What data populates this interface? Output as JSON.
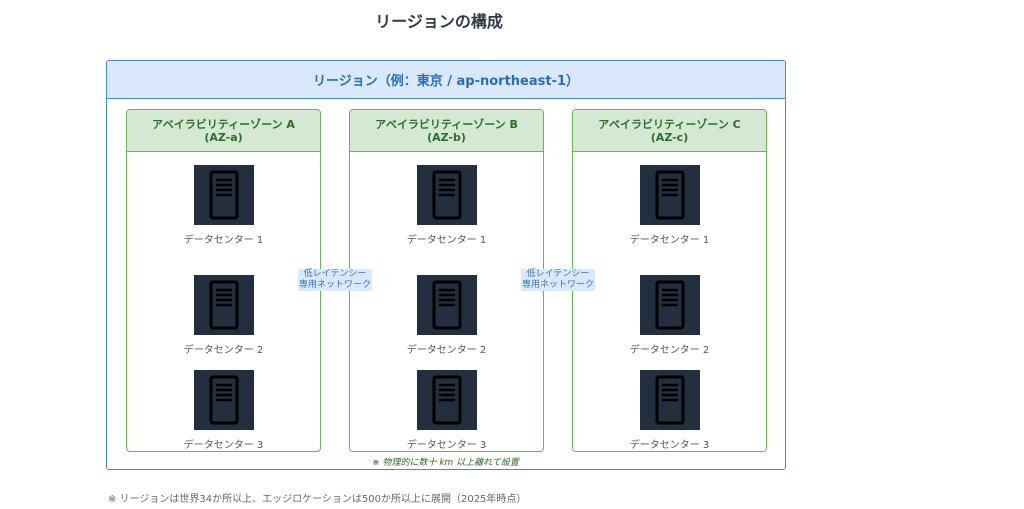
{
  "title": "リージョンの構成",
  "region": {
    "label": "リージョン（例：東京 / ap-northeast-1）"
  },
  "azs": [
    {
      "name": "アベイラビリティーゾーン A",
      "code": "(AZ-a)",
      "dcs": [
        "データセンター 1",
        "データセンター 2",
        "データセンター 3"
      ]
    },
    {
      "name": "アベイラビリティーゾーン B",
      "code": "(AZ-b)",
      "dcs": [
        "データセンター 1",
        "データセンター 2",
        "データセンター 3"
      ]
    },
    {
      "name": "アベイラビリティーゾーン C",
      "code": "(AZ-c)",
      "dcs": [
        "データセンター 1",
        "データセンター 2",
        "データセンター 3"
      ]
    }
  ],
  "links": [
    {
      "line1": "低レイテンシー",
      "line2": "専用ネットワーク"
    },
    {
      "line1": "低レイテンシー",
      "line2": "専用ネットワーク"
    }
  ],
  "note": "※ 物理的に数十 km 以上離れて設置",
  "footnote": "※ リージョンは世界34か所以上、エッジロケーションは500か所以上に展開（2025年時点）",
  "icons": {
    "datacenter": "server-icon"
  },
  "colors": {
    "region_border": "#4a86c8",
    "region_fill": "#dae8fc",
    "az_border": "#6bb35a",
    "az_fill": "#d5e8d4",
    "server_bg": "#232f3e"
  }
}
